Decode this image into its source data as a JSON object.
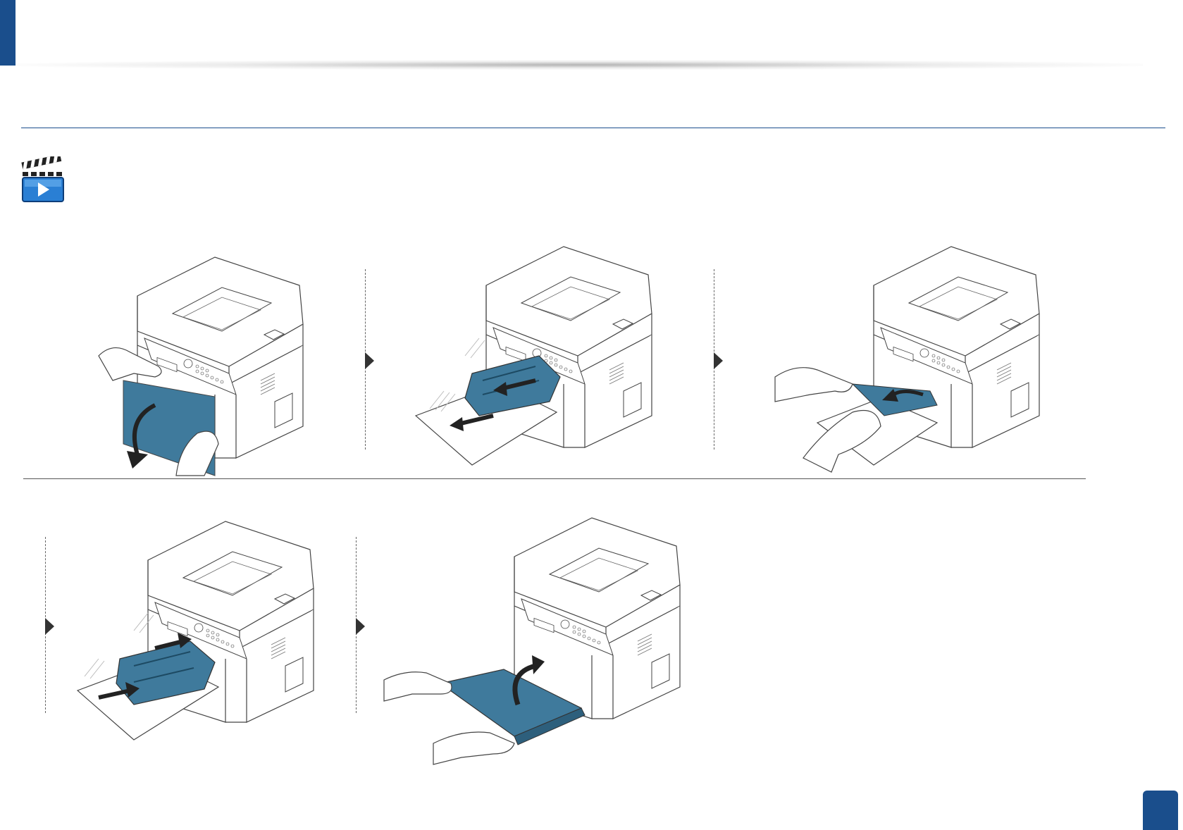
{
  "header": {
    "accent_color": "#1a4e8c"
  },
  "video_icon": {
    "icon": "video-clapper-icon"
  },
  "steps": [
    {
      "name": "open-front-door"
    },
    {
      "name": "remove-toner-cartridge"
    },
    {
      "name": "pull-out-jammed-paper"
    },
    {
      "name": "reinsert-toner-cartridge"
    },
    {
      "name": "close-front-door"
    }
  ],
  "colors": {
    "highlight": "#3f7a9c",
    "line": "#444444"
  },
  "footer": {
    "page_badge_color": "#1a4e8c"
  }
}
